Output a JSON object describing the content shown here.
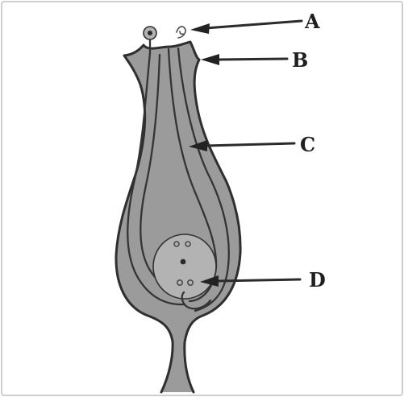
{
  "diagram": {
    "labels": [
      {
        "id": "A",
        "text": "A"
      },
      {
        "id": "B",
        "text": "B"
      },
      {
        "id": "C",
        "text": "C"
      },
      {
        "id": "D",
        "text": "D"
      }
    ],
    "colors": {
      "fill": "#9b9b9b",
      "outline": "#2f2f2f",
      "background": "#ffffff"
    }
  }
}
